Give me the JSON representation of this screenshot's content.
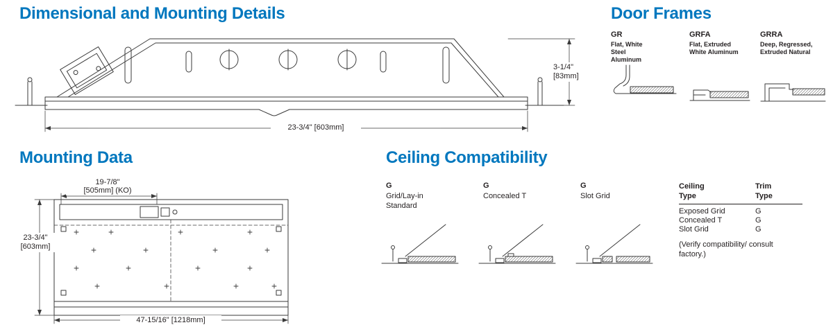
{
  "colors": {
    "accent": "#0077BE",
    "ink": "#231F20",
    "line": "#3A3A3A"
  },
  "sections": {
    "dimensional": {
      "title": "Dimensional and Mounting Details",
      "height_dim": "3-1/4\"\n[83mm]",
      "width_dim": "23-3/4\" [603mm]"
    },
    "door_frames": {
      "title": "Door Frames",
      "items": [
        {
          "code": "GR",
          "desc": "Flat, White\nSteel\nAluminum"
        },
        {
          "code": "GRFA",
          "desc": "Flat, Extruded\nWhite Aluminum"
        },
        {
          "code": "GRRA",
          "desc": "Deep, Regressed,\nExtruded Natural"
        }
      ]
    },
    "mounting": {
      "title": "Mounting Data",
      "ko_dim": "19-7/8\"\n[505mm] (KO)",
      "height_dim": "23-3/4\"\n[603mm]",
      "width_dim": "47-15/16\" [1218mm]"
    },
    "ceiling": {
      "title": "Ceiling Compatibility",
      "items": [
        {
          "code": "G",
          "desc": "Grid/Lay-in\nStandard"
        },
        {
          "code": "G",
          "desc": "Concealed T"
        },
        {
          "code": "G",
          "desc": "Slot Grid"
        }
      ],
      "table": {
        "headers": {
          "col1": "Ceiling\nType",
          "col2": "Trim\nType"
        },
        "rows": [
          {
            "ceiling": "Exposed Grid",
            "trim": "G"
          },
          {
            "ceiling": "Concealed T",
            "trim": "G"
          },
          {
            "ceiling": "Slot Grid",
            "trim": "G"
          }
        ],
        "note": "(Verify compatibility/ consult\nfactory.)"
      }
    }
  }
}
